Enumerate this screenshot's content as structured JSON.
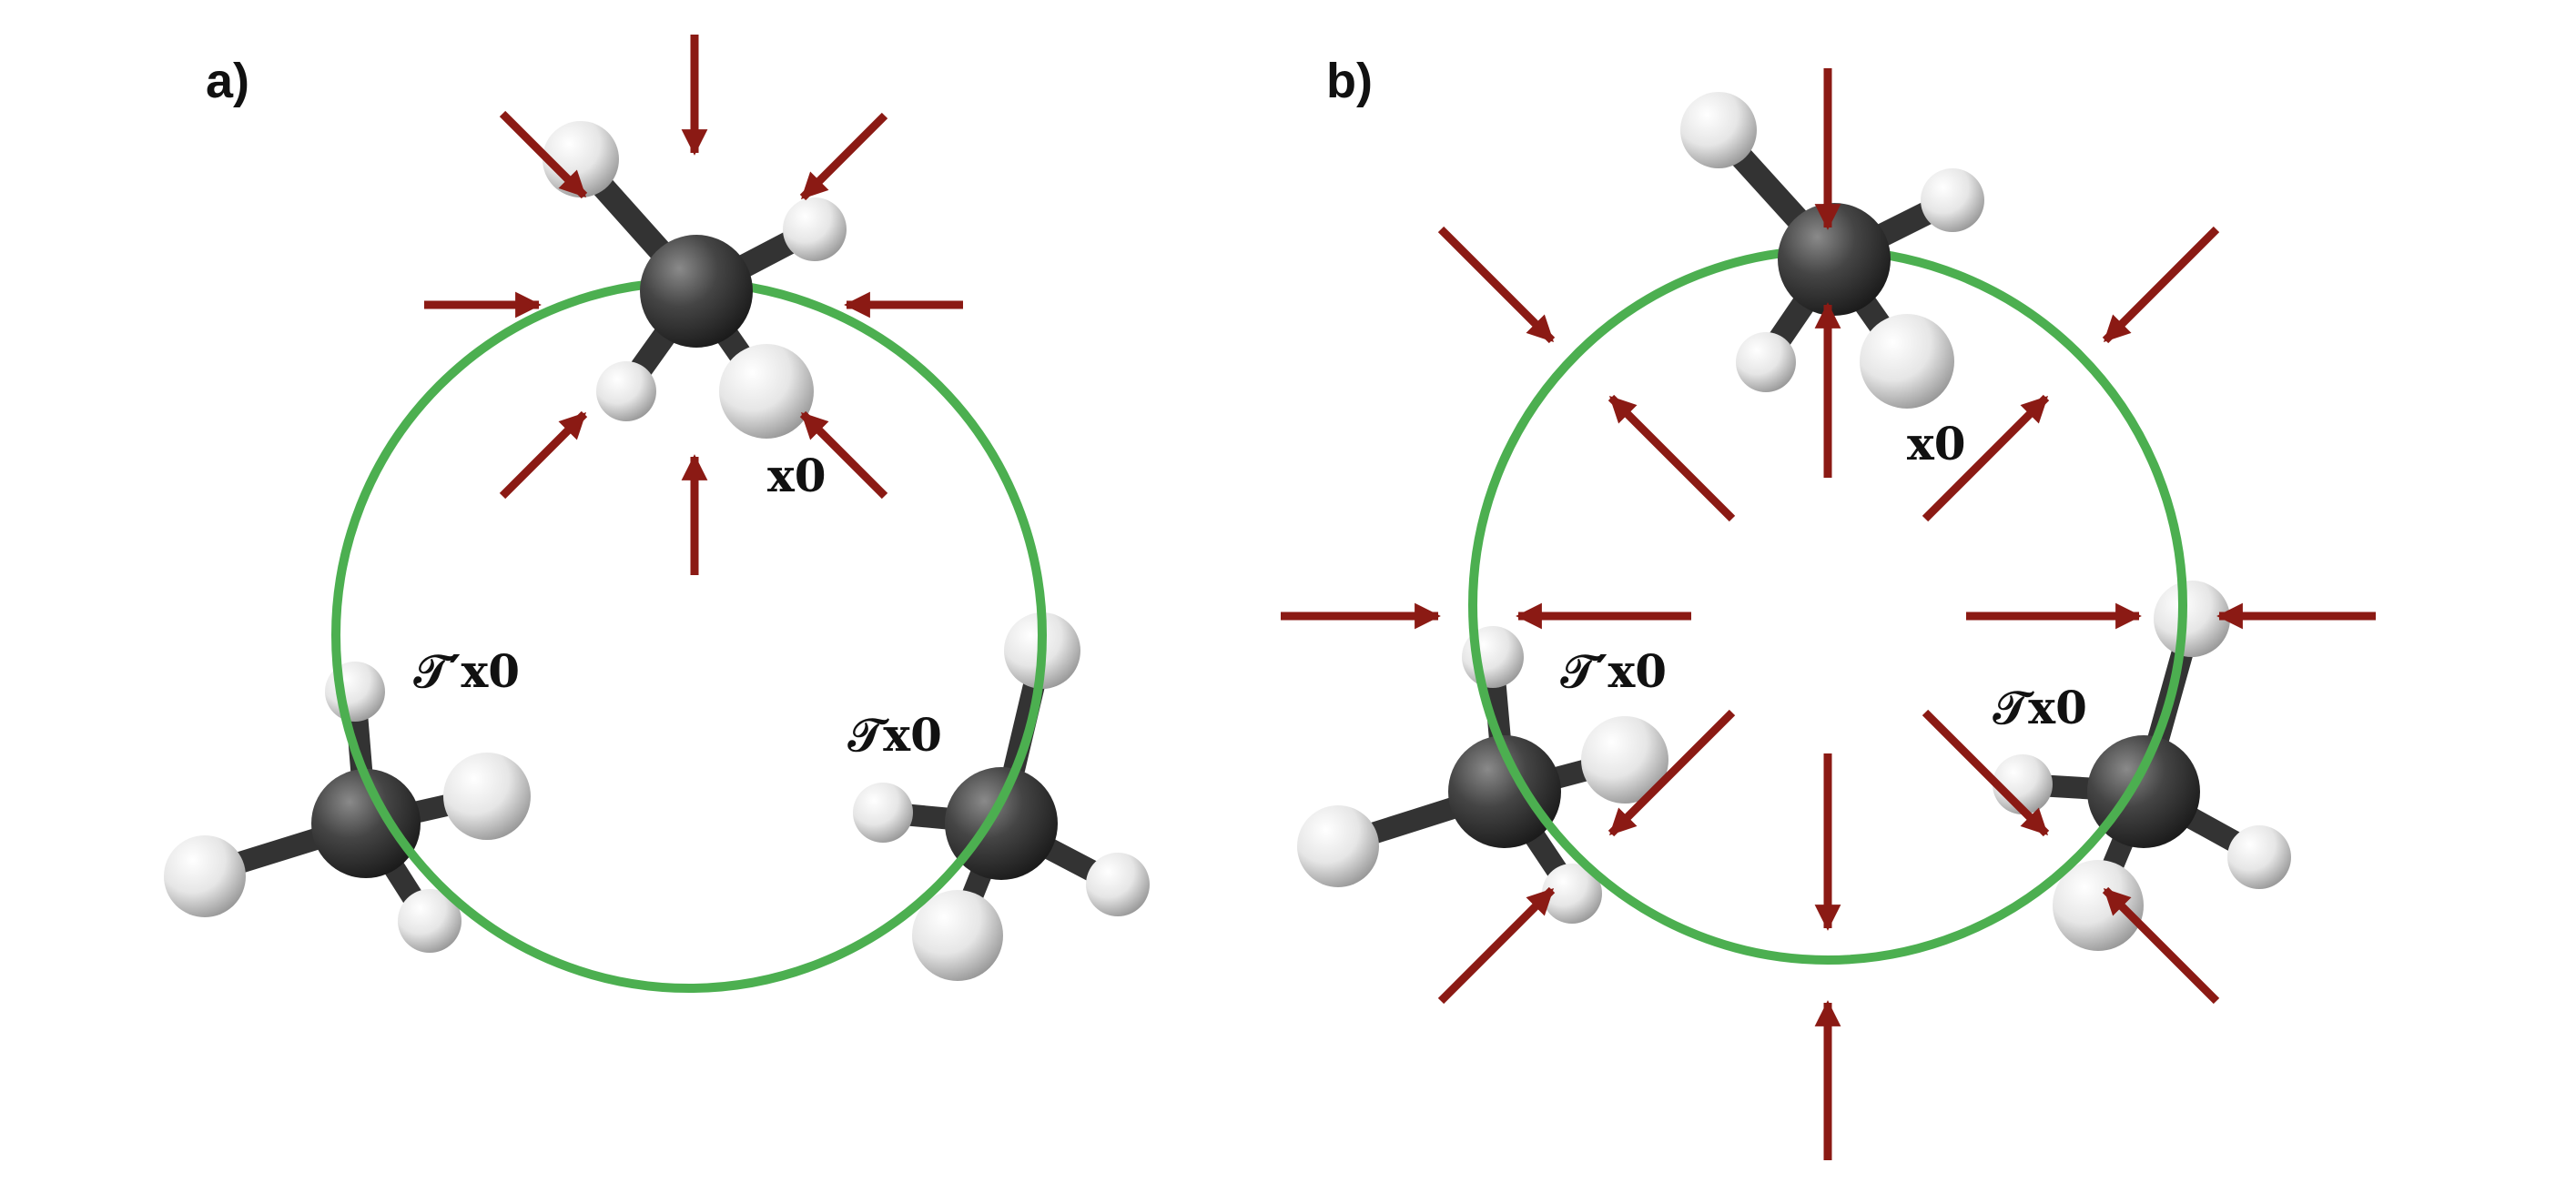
{
  "panels": [
    {
      "label": "a)",
      "labels": {
        "top": "x0",
        "right": "𝒯x0",
        "left": "𝒯′x0"
      }
    },
    {
      "label": "b)",
      "labels": {
        "top": "x0",
        "right": "𝒯x0",
        "left": "𝒯′x0"
      }
    }
  ],
  "colors": {
    "circle": "#4caf50",
    "arrow": "#8b1a14",
    "carbon": "#3a3a3a",
    "hydrogen": "#f2f2f2",
    "bond_dark": "#333333",
    "bond_light": "#e8e8e8"
  }
}
